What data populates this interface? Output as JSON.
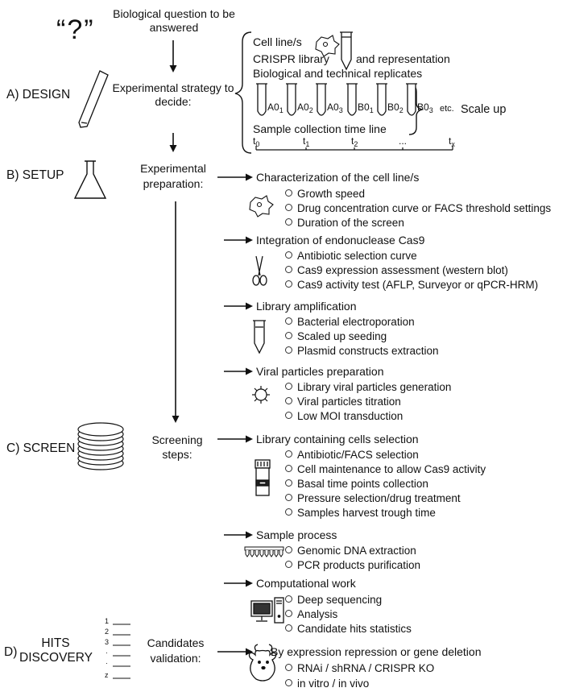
{
  "question": {
    "mark": "“?”",
    "text": [
      "Biological question to be",
      "answered"
    ]
  },
  "stages": {
    "design": "A) DESIGN",
    "setup": "B) SETUP",
    "screen": "C) SCREEN",
    "hits": [
      "HITS",
      "DISCOVERY"
    ],
    "hits_prefix": "D)"
  },
  "steps": {
    "strategy": [
      "Experimental strategy to",
      "decide:"
    ],
    "preparation": [
      "Experimental",
      "preparation:"
    ],
    "screening": [
      "Screening",
      "steps:"
    ],
    "validation": [
      "Candidates",
      "validation:"
    ]
  },
  "design_box": {
    "cell_line": "Cell line/s",
    "library": "CRISPR library",
    "representation": "and representation",
    "replicates": "Biological and technical replicates",
    "tubes": [
      {
        "name": "A0",
        "sub": "1"
      },
      {
        "name": "A0",
        "sub": "2"
      },
      {
        "name": "A0",
        "sub": "3"
      },
      {
        "name": "B0",
        "sub": "1"
      },
      {
        "name": "B0",
        "sub": "2"
      },
      {
        "name": "B0",
        "sub": "3"
      }
    ],
    "etc": "etc.",
    "scale_up": "Scale up",
    "timeline_label": "Sample collection time line",
    "timepoints": [
      {
        "name": "t",
        "sub": "0"
      },
      {
        "name": "t",
        "sub": "1"
      },
      {
        "name": "t",
        "sub": "2"
      },
      {
        "name": "...",
        "sub": ""
      },
      {
        "name": "t",
        "sub": "x"
      }
    ]
  },
  "sections": [
    {
      "title": "Characterization of the cell line/s",
      "icon": "cell-icon",
      "items": [
        "Growth speed",
        "Drug concentration curve or FACS threshold settings",
        "Duration of the screen"
      ]
    },
    {
      "title": "Integration of endonuclease Cas9",
      "icon": "scissors-icon",
      "items": [
        "Antibiotic selection curve",
        "Cas9 expression assessment (western blot)",
        "Cas9 activity test (AFLP, Surveyor or qPCR-HRM)"
      ]
    },
    {
      "title": "Library amplification",
      "icon": "tube-icon",
      "items": [
        "Bacterial electroporation",
        "Scaled up seeding",
        "Plasmid constructs extraction"
      ]
    },
    {
      "title": "Viral particles preparation",
      "icon": "virus-icon",
      "items": [
        "Library viral particles generation",
        "Viral particles titration",
        "Low MOI transduction"
      ]
    },
    {
      "title": "Library containing cells selection",
      "icon": "sample-tube-icon",
      "items": [
        "Antibiotic/FACS selection",
        "Cell maintenance to allow Cas9 activity",
        "Basal time points collection",
        "Pressure selection/drug treatment",
        "Samples harvest trough time"
      ]
    },
    {
      "title": "Sample process",
      "icon": "pcr-strip-icon",
      "items": [
        "Genomic DNA extraction",
        "PCR products purification"
      ]
    },
    {
      "title": "Computational work",
      "icon": "computer-icon",
      "items": [
        "Deep sequencing",
        "Analysis",
        "Candidate hits statistics"
      ]
    },
    {
      "title": "By expression repression or gene deletion",
      "icon": "mouse-icon",
      "items": [
        "RNAi / shRNA / CRISPR KO",
        "in vitro / in vivo"
      ]
    }
  ],
  "ranking": [
    "1",
    "2",
    "3",
    "·",
    "·",
    "z"
  ]
}
